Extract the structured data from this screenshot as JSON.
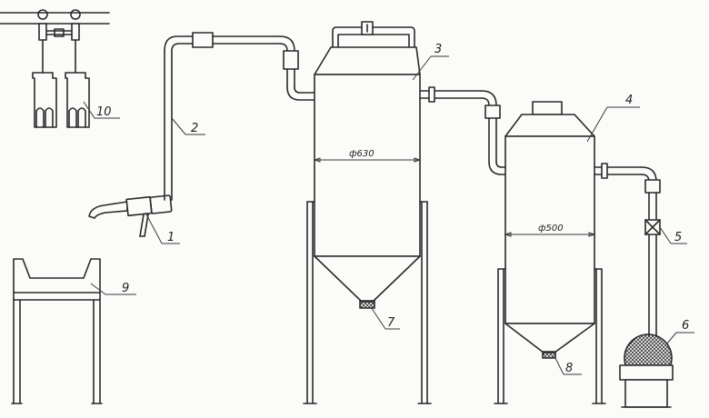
{
  "dimensions": {
    "separator_3_diameter": "ф630",
    "separator_4_diameter": "ф500"
  },
  "callouts": [
    {
      "id": "1",
      "text": "1"
    },
    {
      "id": "2",
      "text": "2"
    },
    {
      "id": "3",
      "text": "3"
    },
    {
      "id": "4",
      "text": "4"
    },
    {
      "id": "5",
      "text": "5"
    },
    {
      "id": "6",
      "text": "6"
    },
    {
      "id": "7",
      "text": "7"
    },
    {
      "id": "8",
      "text": "8"
    },
    {
      "id": "9",
      "text": "9"
    },
    {
      "id": "10",
      "text": "10"
    }
  ]
}
